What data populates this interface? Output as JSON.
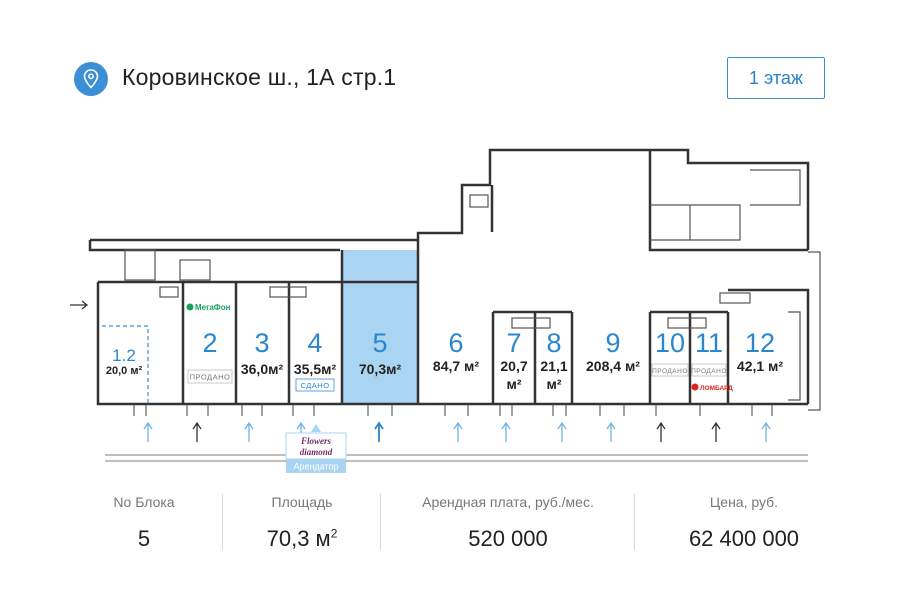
{
  "header": {
    "address": "Коровинское ш.,  1А стр.1",
    "floor_button": "1 этаж",
    "pin_icon": "location-pin-icon"
  },
  "plan": {
    "selected_block": "5",
    "highlight_color": "#a9d4f2",
    "accent_color": "#3a8fd6",
    "blocks": [
      {
        "id": "1.2",
        "area": "20,0 м²"
      },
      {
        "id": "2",
        "area": "",
        "badge": "ПРОДАНО",
        "tenant_logo": "МегаФон"
      },
      {
        "id": "3",
        "area": "36,0м²"
      },
      {
        "id": "4",
        "area": "35,5м²",
        "badge": "СДАНО"
      },
      {
        "id": "5",
        "area": "70,3м²"
      },
      {
        "id": "6",
        "area": "84,7 м²"
      },
      {
        "id": "7",
        "area_line1": "20,7",
        "area_line2": "м²"
      },
      {
        "id": "8",
        "area_line1": "21,1",
        "area_line2": "м²"
      },
      {
        "id": "9",
        "area": "208,4 м²"
      },
      {
        "id": "10",
        "area": "",
        "badge": "ПРОДАНО"
      },
      {
        "id": "11",
        "area": "",
        "badge": "ПРОДАНО",
        "tenant_logo": "ЛОМБАРД"
      },
      {
        "id": "12",
        "area": "42,1 м²"
      }
    ],
    "tenant_callout": {
      "brand_line1": "Flowers",
      "brand_line2": "diamond",
      "label": "Арендатор"
    }
  },
  "info": {
    "block_label": "No Блока",
    "block_value": "5",
    "area_label": "Площадь",
    "area_value": "70,3 м",
    "area_unit_sup": "2",
    "rent_label": "Арендная плата, руб./мес.",
    "rent_value": "520 000",
    "price_label": "Цена, руб.",
    "price_value": "62 400 000"
  }
}
